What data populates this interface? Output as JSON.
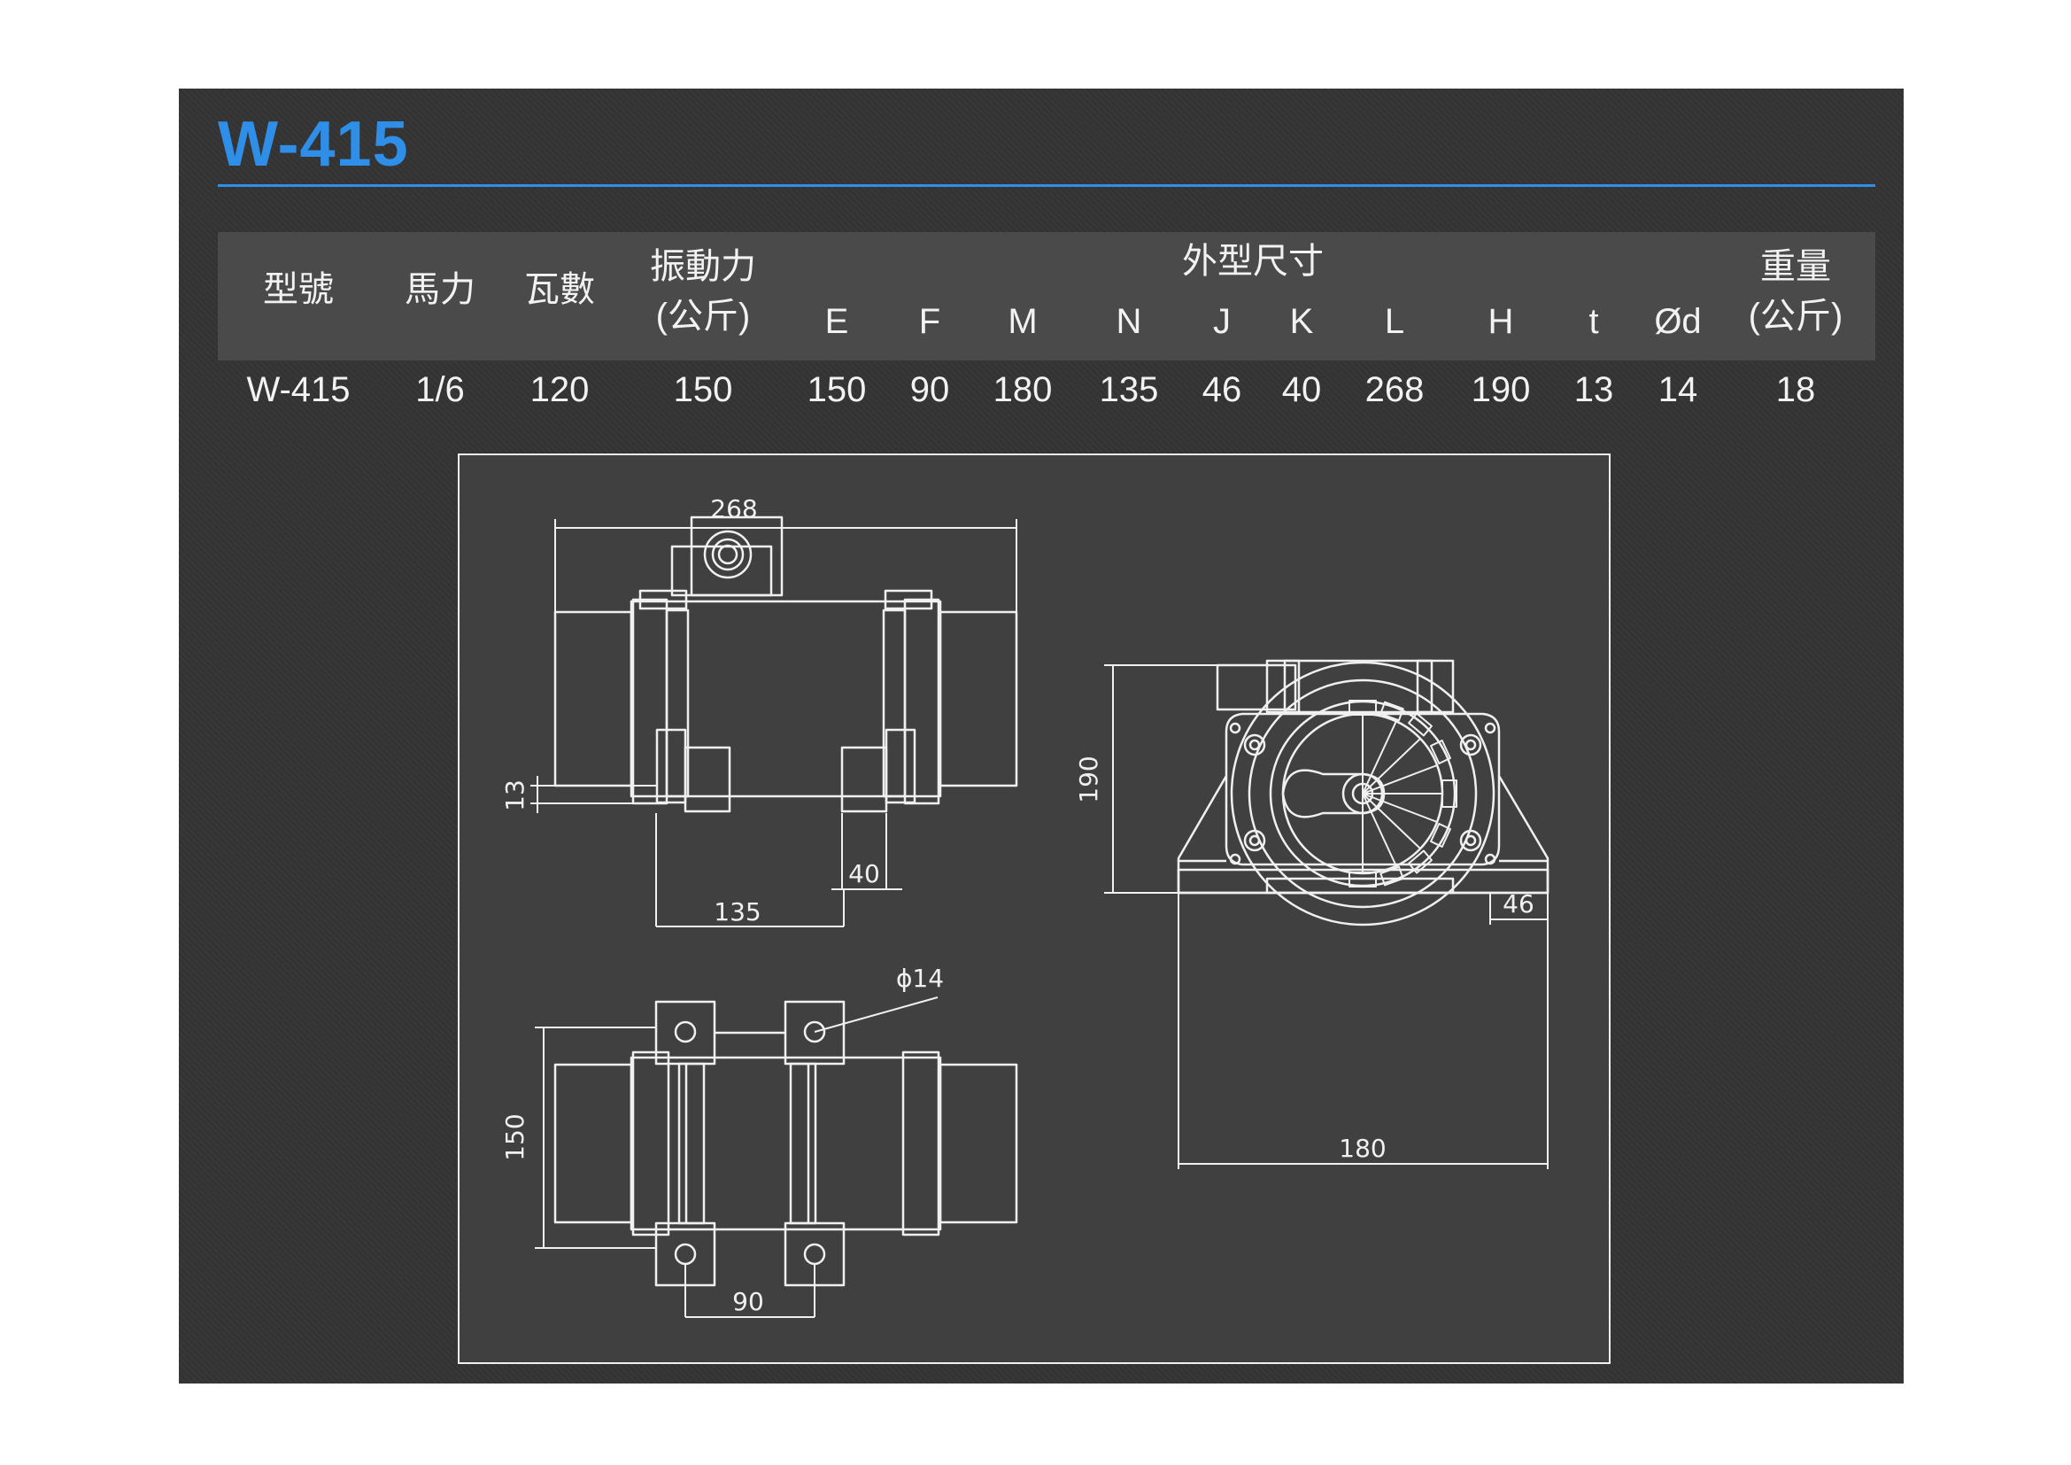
{
  "model": "W-415",
  "colors": {
    "accent": "#2f8fe8",
    "panel": "#333333",
    "header_band": "#4a4a4a",
    "line": "#f0f0f0"
  },
  "table": {
    "headers": {
      "model": "型號",
      "hp": "馬力",
      "watts": "瓦數",
      "force_line1": "振動力",
      "force_line2": "(公斤)",
      "dimensions": "外型尺寸",
      "weight_line1": "重量",
      "weight_line2": "(公斤)",
      "E": "E",
      "F": "F",
      "M": "M",
      "N": "N",
      "J": "J",
      "K": "K",
      "L": "L",
      "H": "H",
      "t": "t",
      "d": "Ød"
    },
    "row": {
      "model": "W-415",
      "hp": "1/6",
      "watts": "120",
      "force": "150",
      "E": "150",
      "F": "90",
      "M": "180",
      "N": "135",
      "J": "46",
      "K": "40",
      "L": "268",
      "H": "190",
      "t": "13",
      "d": "14",
      "weight": "18"
    }
  },
  "drawing": {
    "dims": {
      "L": "268",
      "t": "13",
      "K": "40",
      "N": "135",
      "d": "14",
      "E": "150",
      "F": "90",
      "H": "190",
      "J": "46",
      "M": "180"
    }
  }
}
